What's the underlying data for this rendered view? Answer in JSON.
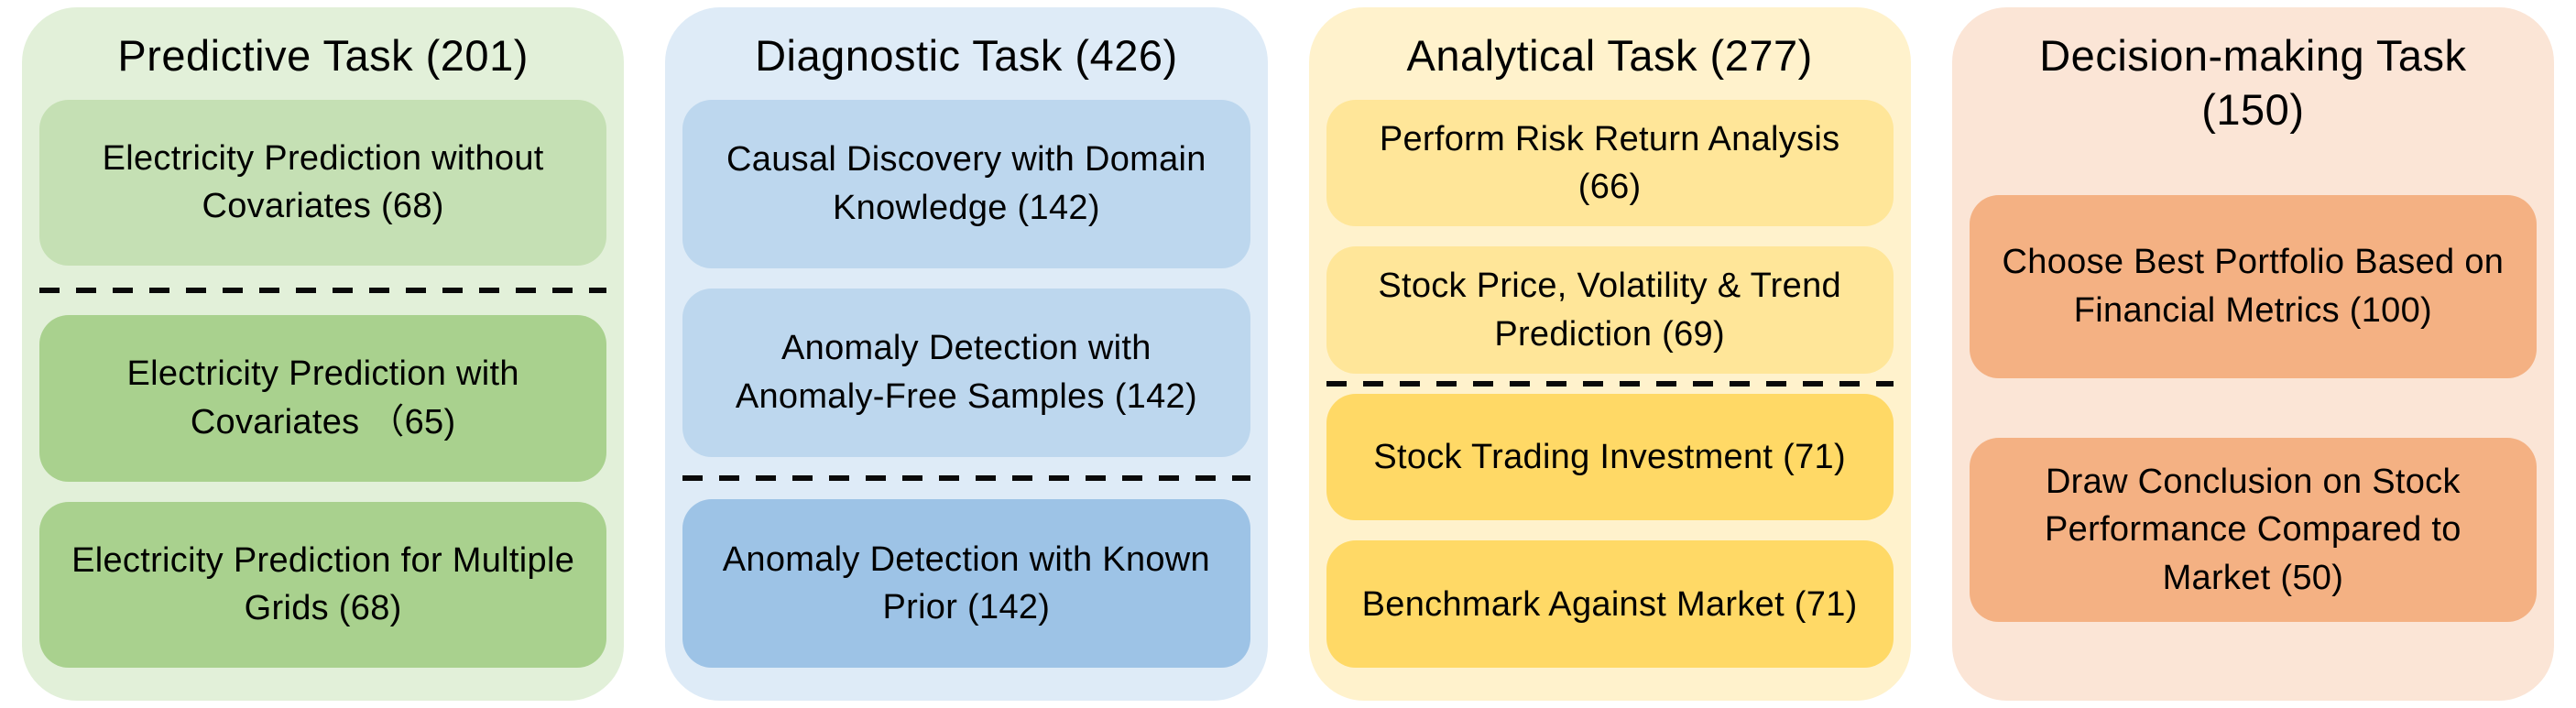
{
  "figure": {
    "background": "#ffffff",
    "text_color": "#000000",
    "separator_color": "#0a0a0a",
    "description": "Task taxonomy block diagram with four category panels; dashed lines separate sub-groups of tasks"
  },
  "panels": [
    {
      "id": "predictive",
      "title": "Predictive Task (201)",
      "count": 201,
      "colors": {
        "panel": "#E2F0D9",
        "box_light": "#C5E0B4",
        "box_dark": "#A9D18E"
      },
      "separator_after_box": 0,
      "boxes": [
        {
          "label": "Electricity Prediction without Covariates (68)",
          "count": 68,
          "tone": "light"
        },
        {
          "label": "Electricity Prediction with Covariates （65)",
          "count": 65,
          "tone": "dark"
        },
        {
          "label": "Electricity Prediction for Multiple Grids (68)",
          "count": 68,
          "tone": "dark"
        }
      ]
    },
    {
      "id": "diagnostic",
      "title": "Diagnostic Task (426)",
      "count": 426,
      "colors": {
        "panel": "#DEEBF7",
        "box_light": "#BDD7EE",
        "box_dark": "#9DC3E6"
      },
      "separator_after_box": 1,
      "boxes": [
        {
          "label": "Causal Discovery with Domain Knowledge (142)",
          "count": 142,
          "tone": "light"
        },
        {
          "label": "Anomaly Detection with Anomaly-Free Samples (142)",
          "count": 142,
          "tone": "light"
        },
        {
          "label": "Anomaly Detection with Known Prior (142)",
          "count": 142,
          "tone": "dark"
        }
      ]
    },
    {
      "id": "analytical",
      "title": "Analytical Task (277)",
      "count": 277,
      "colors": {
        "panel": "#FFF2CC",
        "box_light": "#FFE699",
        "box_dark": "#FFD966"
      },
      "separator_after_box": 1,
      "boxes": [
        {
          "label": "Perform Risk Return Analysis (66)",
          "count": 66,
          "tone": "light"
        },
        {
          "label": "Stock Price, Volatility & Trend Prediction (69)",
          "count": 69,
          "tone": "light"
        },
        {
          "label": "Stock Trading Investment (71)",
          "count": 71,
          "tone": "dark"
        },
        {
          "label": "Benchmark Against Market (71)",
          "count": 71,
          "tone": "dark"
        }
      ]
    },
    {
      "id": "decision-making",
      "title": "Decision-making Task (150)",
      "count": 150,
      "colors": {
        "panel": "#FBE5D6",
        "box_light": "#F4B183",
        "box_dark": "#F4B183"
      },
      "separator_after_box": null,
      "boxes": [
        {
          "label": "Choose Best Portfolio Based on Financial Metrics (100)",
          "count": 100,
          "tone": "dark"
        },
        {
          "label": "Draw Conclusion on Stock Performance Compared to Market (50)",
          "count": 50,
          "tone": "dark"
        }
      ]
    }
  ]
}
